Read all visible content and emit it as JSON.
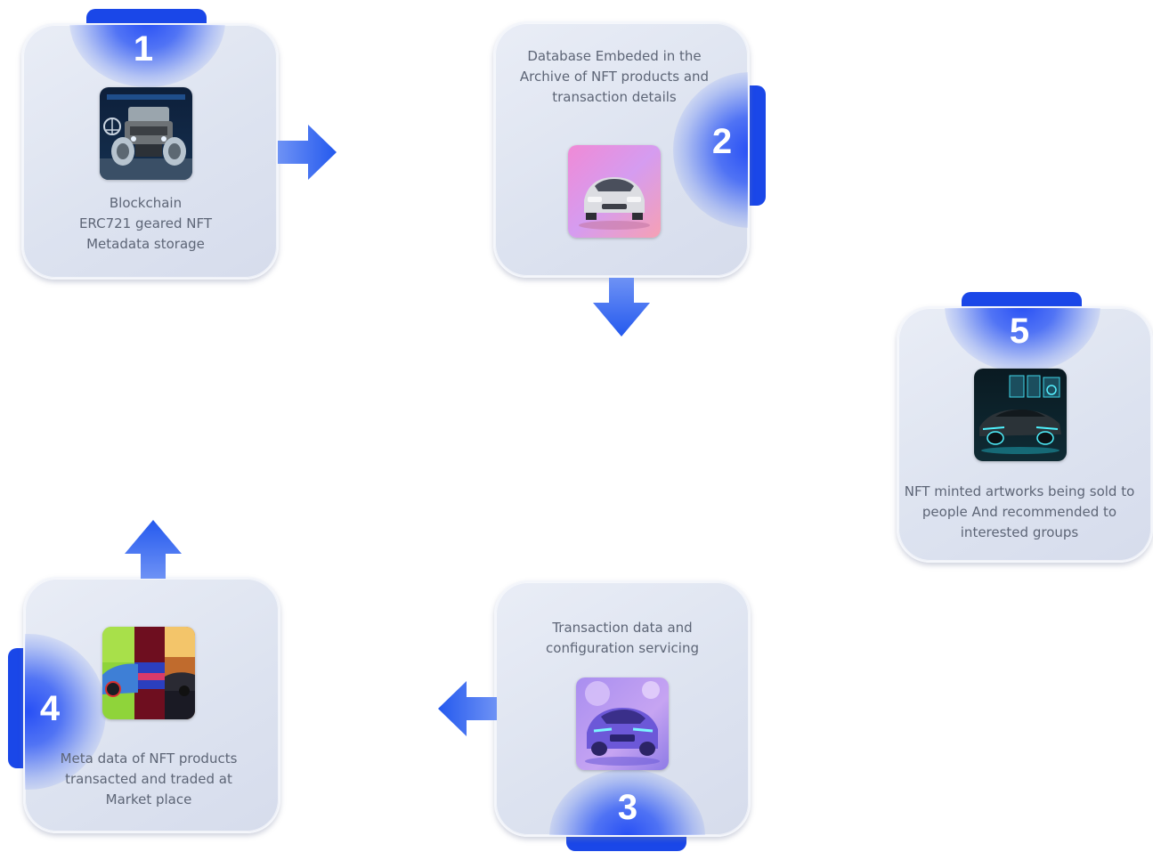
{
  "steps": [
    {
      "number": "1",
      "lines": [
        "Blockchain",
        "ERC721 geared NFT",
        "Metadata storage"
      ],
      "image": "monster-truck-thumbnail"
    },
    {
      "number": "2",
      "lines": [
        "Database Embeded in the",
        "Archive of NFT products and",
        "transaction details"
      ],
      "image": "pink-sports-car-thumbnail"
    },
    {
      "number": "3",
      "lines": [
        "Transaction data and",
        "configuration servicing"
      ],
      "image": "purple-sports-car-thumbnail"
    },
    {
      "number": "4",
      "lines": [
        "Meta data of NFT products",
        "transacted and traded at",
        "Market place"
      ],
      "image": "glitch-car-collage-thumbnail"
    },
    {
      "number": "5",
      "lines": [
        "NFT minted artworks being sold to",
        "people And recommended to",
        "interested groups"
      ],
      "image": "futuristic-car-dashboard-thumbnail"
    }
  ],
  "colors": {
    "accent": "#1a47e8",
    "arrow": "#2f64f2",
    "card": "#dfe4f0",
    "text": "#5d6576"
  },
  "arrows": [
    {
      "name": "arrow-right-icon"
    },
    {
      "name": "arrow-down-icon"
    },
    {
      "name": "arrow-left-icon"
    },
    {
      "name": "arrow-up-icon"
    }
  ]
}
